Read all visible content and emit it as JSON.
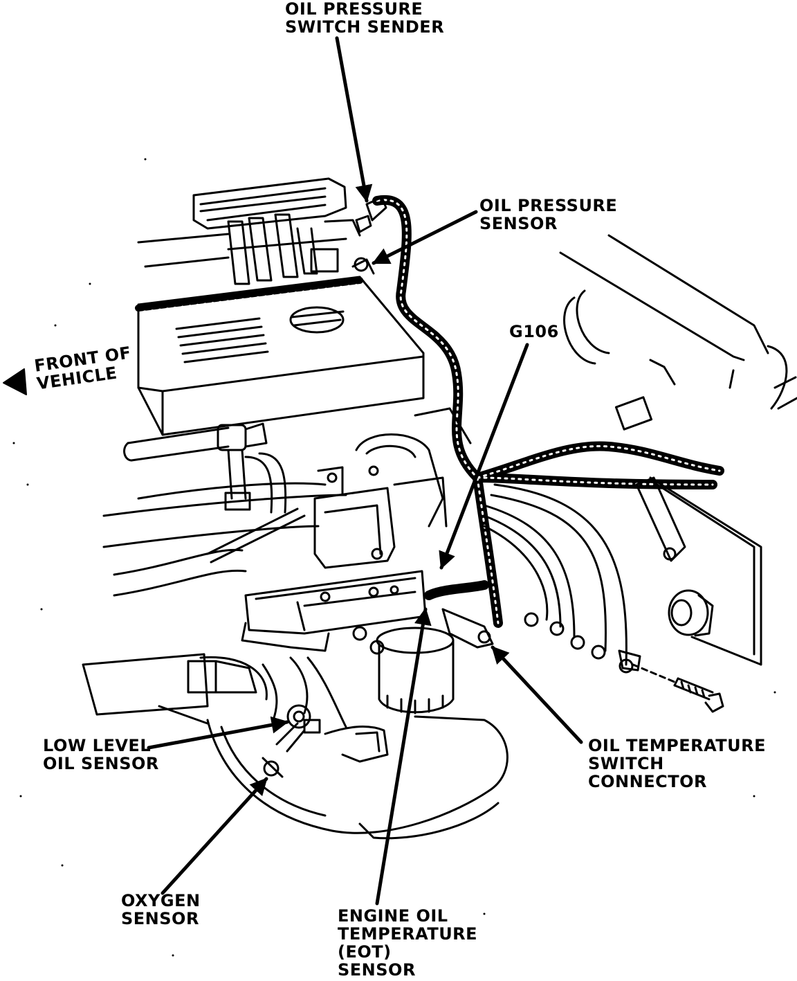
{
  "labels": {
    "oil_pressure_switch_sender": [
      "OIL PRESSURE",
      "SWITCH SENDER"
    ],
    "oil_pressure_sensor": [
      "OIL PRESSURE",
      "SENSOR"
    ],
    "front_of_vehicle": [
      "FRONT OF",
      "VEHICLE"
    ],
    "g106": "G106",
    "low_level_oil_sensor": [
      "LOW LEVEL",
      "OIL SENSOR"
    ],
    "oil_temperature_switch_connector": [
      "OIL TEMPERATURE",
      "SWITCH",
      "CONNECTOR"
    ],
    "oxygen_sensor": [
      "OXYGEN",
      "SENSOR"
    ],
    "engine_oil_temperature_sensor": [
      "ENGINE OIL",
      "TEMPERATURE",
      "(EOT)",
      "SENSOR"
    ]
  },
  "colors": {
    "ink": "#000000",
    "paper": "#ffffff"
  }
}
